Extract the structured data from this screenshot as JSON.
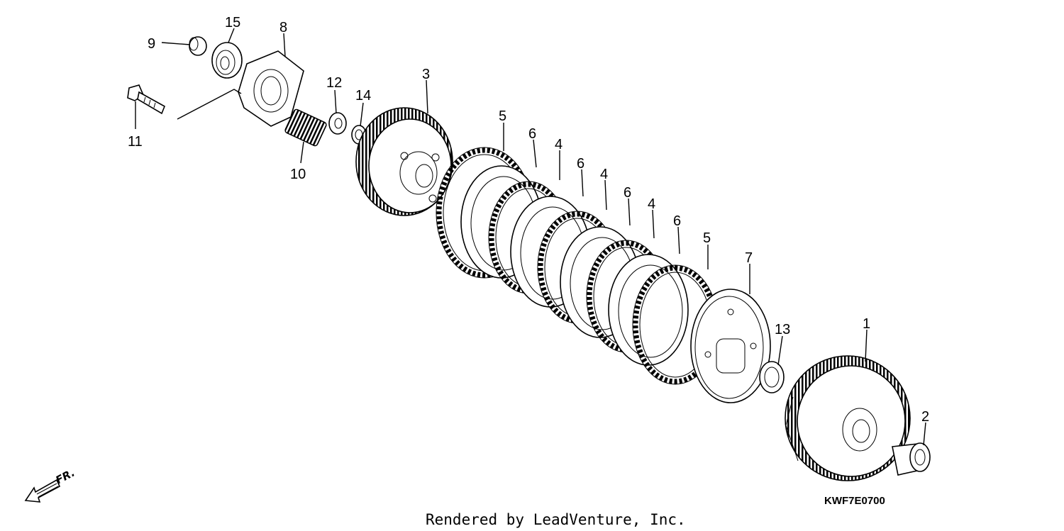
{
  "callouts": [
    "1",
    "2",
    "3",
    "4",
    "4",
    "4",
    "5",
    "5",
    "6",
    "6",
    "6",
    "6",
    "7",
    "8",
    "9",
    "10",
    "11",
    "12",
    "13",
    "14",
    "15"
  ],
  "diagram_code": "KWF7E0700",
  "footer": "Rendered by LeadVenture, Inc.",
  "direction_label": "FR."
}
